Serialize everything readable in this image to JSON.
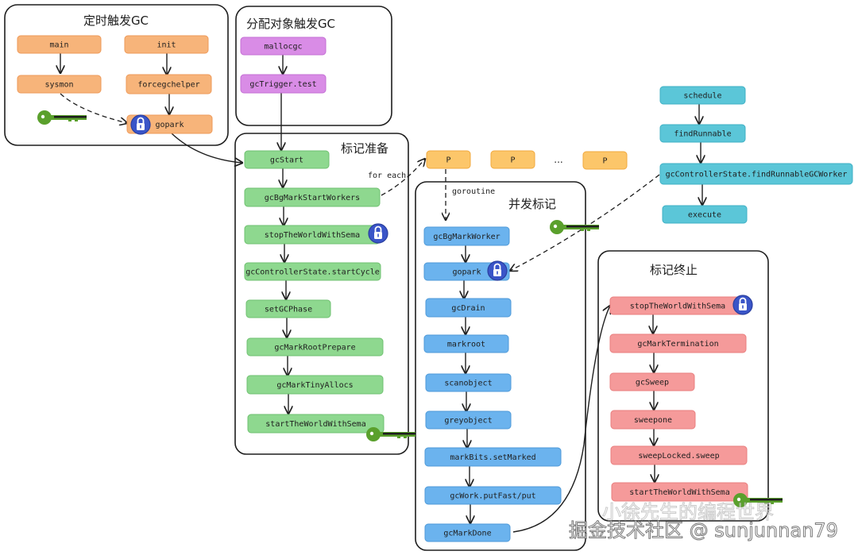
{
  "colors": {
    "orange": "#f7b47a",
    "orange_border": "#ee9a5a",
    "purple": "#d98ce6",
    "purple_border": "#c46fd4",
    "green": "#8ed88f",
    "green_border": "#6fc070",
    "yellow": "#fcc66a",
    "yellow_border": "#f0a93f",
    "blue": "#6bb3ee",
    "blue_border": "#4f9ad8",
    "teal": "#5bc6d8",
    "teal_border": "#3fb0c4",
    "red": "#f59a9a",
    "red_border": "#e97f7f",
    "lock_blue": "#3a55c8",
    "key_green": "#5aa02c"
  },
  "groups": {
    "timer": {
      "title": "定时触发GC"
    },
    "alloc": {
      "title": "分配对象触发GC"
    },
    "prepare": {
      "title": "标记准备"
    },
    "concurrent": {
      "title": "并发标记"
    },
    "terminate": {
      "title": "标记终止"
    }
  },
  "nodes": {
    "main": "main",
    "sysmon": "sysmon",
    "init": "init",
    "forcegchelper": "forcegchelper",
    "gopark_timer": "gopark",
    "mallocgc": "mallocgc",
    "gctrigger_test": "gcTrigger.test",
    "gcstart": "gcStart",
    "gcbgmarkstartworkers": "gcBgMarkStartWorkers",
    "stoptheworld_prepare": "stopTheWorldWithSema",
    "startcycle": "gcControllerState.startCycle",
    "setgcphase": "setGCPhase",
    "gcmarkrootprepare": "gcMarkRootPrepare",
    "gcmarktinyallocs": "gcMarkTinyAllocs",
    "starttheworld_prepare": "startTheWorldWithSema",
    "p1": "P",
    "p2": "P",
    "p3": "P",
    "gcbgmarkworker": "gcBgMarkWorker",
    "gopark_mark": "gopark",
    "gcdrain": "gcDrain",
    "markroot": "markroot",
    "scanobject": "scanobject",
    "greyobject": "greyobject",
    "markbits_setmarked": "markBits.setMarked",
    "gcwork_putfast": "gcWork.putFast/put",
    "gcmarkdone": "gcMarkDone",
    "schedule": "schedule",
    "findrunnable": "findRunnable",
    "findrunnablegcworker": "gcControllerState.findRunnableGCWorker",
    "execute": "execute",
    "stoptheworld_term": "stopTheWorldWithSema",
    "gcmarktermination": "gcMarkTermination",
    "gcsweep": "gcSweep",
    "sweepone": "sweepone",
    "sweeplocked_sweep": "sweepLocked.sweep",
    "starttheworld_term": "startTheWorldWithSema"
  },
  "labels": {
    "for_each": "for each",
    "goroutine": "goroutine",
    "p_ellipsis": "..."
  },
  "icons": {
    "lock": "lock-icon",
    "key": "key-icon"
  },
  "watermark": {
    "line1": "小徐先生的编程世界",
    "line2": "掘金技术社区 @ sunjunnan79"
  }
}
